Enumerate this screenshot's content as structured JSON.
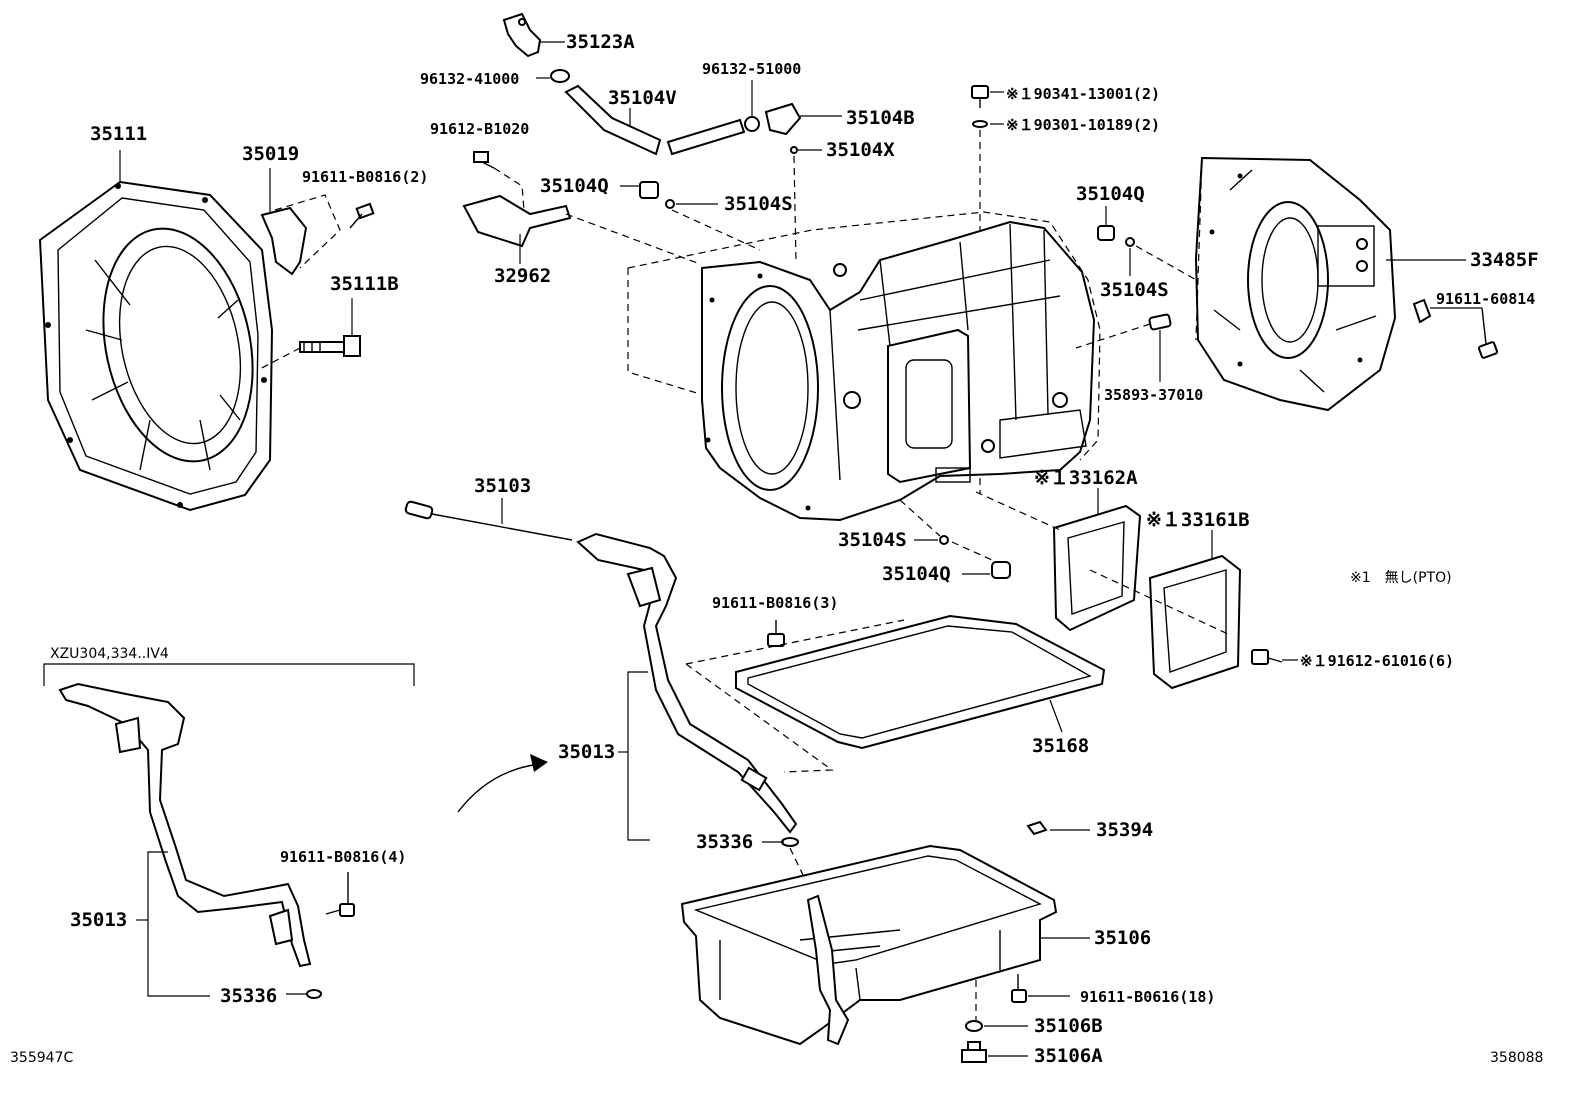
{
  "diagram": {
    "figure_codes": {
      "left": "355947C",
      "right": "358088"
    },
    "variant_header": "XZU304,334..IV4",
    "note": "※1　無し(PTO)",
    "labels": {
      "p35123A": "35123A",
      "p96132_41000": "96132-41000",
      "p96132_51000": "96132-51000",
      "p35104V": "35104V",
      "p35104B": "35104B",
      "p35104X": "35104X",
      "p90341": "※１90341-13001(2)",
      "p90301": "※１90301-10189(2)",
      "p91612_B1020": "91612-B1020",
      "p35104Q_top": "35104Q",
      "p35104S_top": "35104S",
      "p32962": "32962",
      "p35111": "35111",
      "p35019": "35019",
      "p91611_B0816_2": "91611-B0816(2)",
      "p35111B": "35111B",
      "p35104Q_right": "35104Q",
      "p35104S_right": "35104S",
      "p33485F": "33485F",
      "p91611_60814": "91611-60814",
      "p35893": "35893-37010",
      "p33162A": "※１33162A",
      "p33161B": "※１33161B",
      "p35103": "35103",
      "p35104S_bot": "35104S",
      "p35104Q_bot": "35104Q",
      "p91611_B0816_3": "91611-B0816(3)",
      "p91612_61016": "※１91612-61016(6)",
      "p35168": "35168",
      "p35013_main": "35013",
      "p35336_main": "35336",
      "p35394": "35394",
      "p35106": "35106",
      "p91611_B0616": "91611-B0616(18)",
      "p35106B": "35106B",
      "p35106A": "35106A",
      "p35013_inset": "35013",
      "p91611_B0816_4": "91611-B0816(4)",
      "p35336_inset": "35336"
    }
  }
}
